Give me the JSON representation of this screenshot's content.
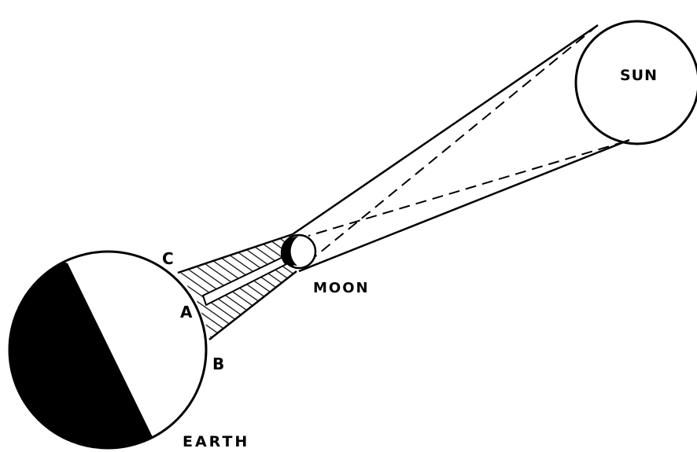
{
  "labels": {
    "sun": "SUN",
    "moon": "MOON",
    "earth": "EARTH",
    "point_a": "A",
    "point_b": "B",
    "point_c": "C"
  },
  "colors": {
    "ink": "#000000",
    "paper": "#ffffff"
  }
}
